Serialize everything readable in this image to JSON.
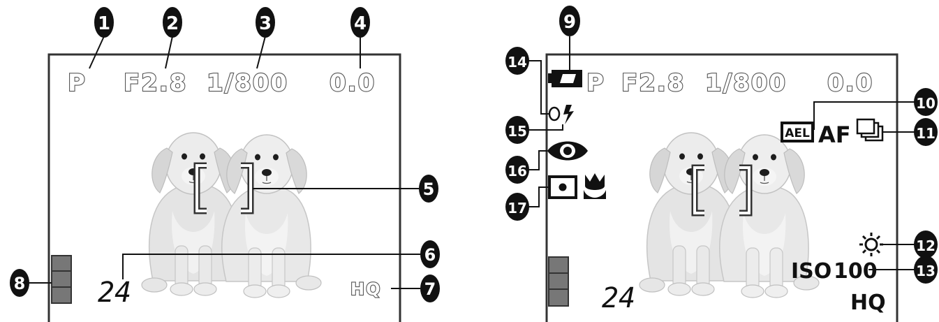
{
  "left_panel": {
    "mode": "P",
    "aperture": "F2.8",
    "shutter": "1/800",
    "exposure": "0.0",
    "shots_remaining": "24",
    "quality": "HQ",
    "callouts": [
      "1",
      "2",
      "3",
      "4",
      "5",
      "6",
      "7",
      "8"
    ]
  },
  "right_panel": {
    "mode": "P",
    "aperture": "F2.8",
    "shutter": "1/800",
    "exposure": "0.0",
    "ael": "AEL",
    "af": "AF",
    "iso_label": "ISO",
    "iso_value": "100",
    "quality": "HQ",
    "shots_remaining": "24",
    "callouts": [
      "9",
      "10",
      "11",
      "12",
      "13",
      "14",
      "15",
      "16",
      "17"
    ]
  },
  "icons": [
    "battery-icon",
    "flash-icon",
    "red-eye-icon",
    "spot-metering-icon",
    "macro-icon",
    "sequential-shooting-icon",
    "sunny-wb-icon",
    "af-frame-icon",
    "memory-gauge-icon",
    "puppies-photo"
  ]
}
